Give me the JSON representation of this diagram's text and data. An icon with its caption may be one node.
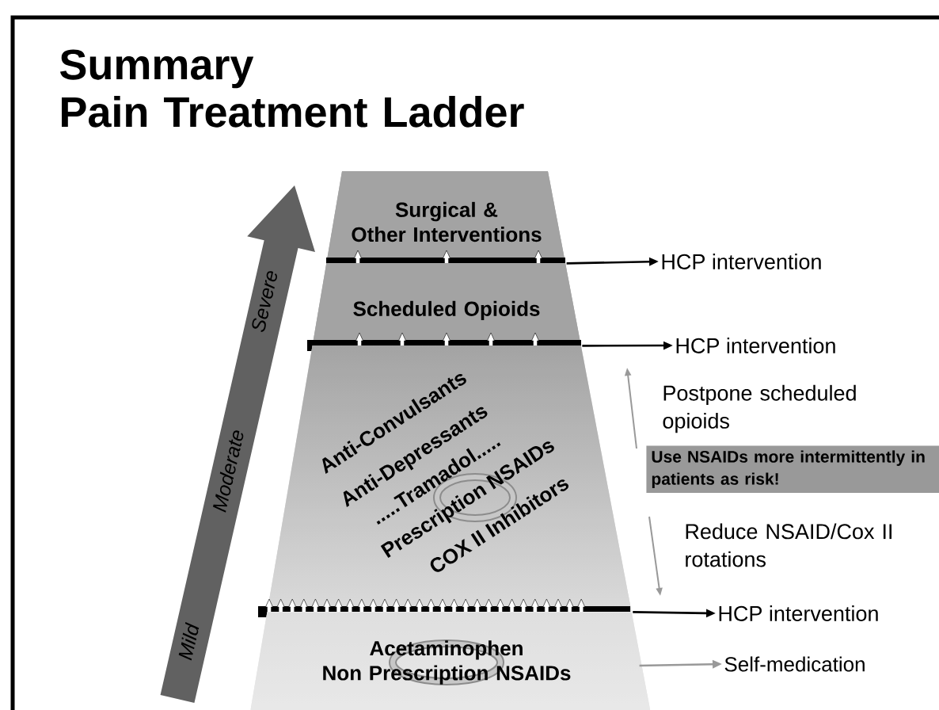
{
  "diagram": {
    "title": "Summary Pain Treatment Ladder",
    "nodes": [
      {
        "text": [
          "Surgical & Other Interventions"
        ]
      },
      {
        "text": [
          "Scheduled Opioids"
        ]
      },
      {
        "text": [
          "Anti-Convulsants",
          "Anti-Depressants",
          ".....Tramadol.....",
          "Prescription NSAIDs",
          "COX II Inhibitors"
        ]
      },
      {
        "text": [
          "Acetaminophen Non Prescription NSAIDs"
        ]
      },
      {
        "text": [
          "HCP intervention"
        ]
      },
      {
        "text": [
          "HCP intervention"
        ]
      },
      {
        "text": [
          "HCP intervention"
        ]
      },
      {
        "text": [
          "Self-medication"
        ]
      },
      {
        "text": [
          "Use NSAIDs more intermittently in patients as risk!"
        ]
      }
    ],
    "edges": [
      {
        "from": 0,
        "to": 4,
        "arrow": "to"
      },
      {
        "from": 1,
        "to": 5,
        "arrow": "to"
      },
      {
        "from": 2,
        "to": 6,
        "arrow": "to"
      },
      {
        "from": 3,
        "to": 7,
        "arrow": "to",
        "color": "#999999"
      }
    ],
    "labels": [
      "Mild",
      "Moderate",
      "Severe",
      "Postpone scheduled opioids",
      "Reduce NSAID/Cox II rotations"
    ]
  }
}
